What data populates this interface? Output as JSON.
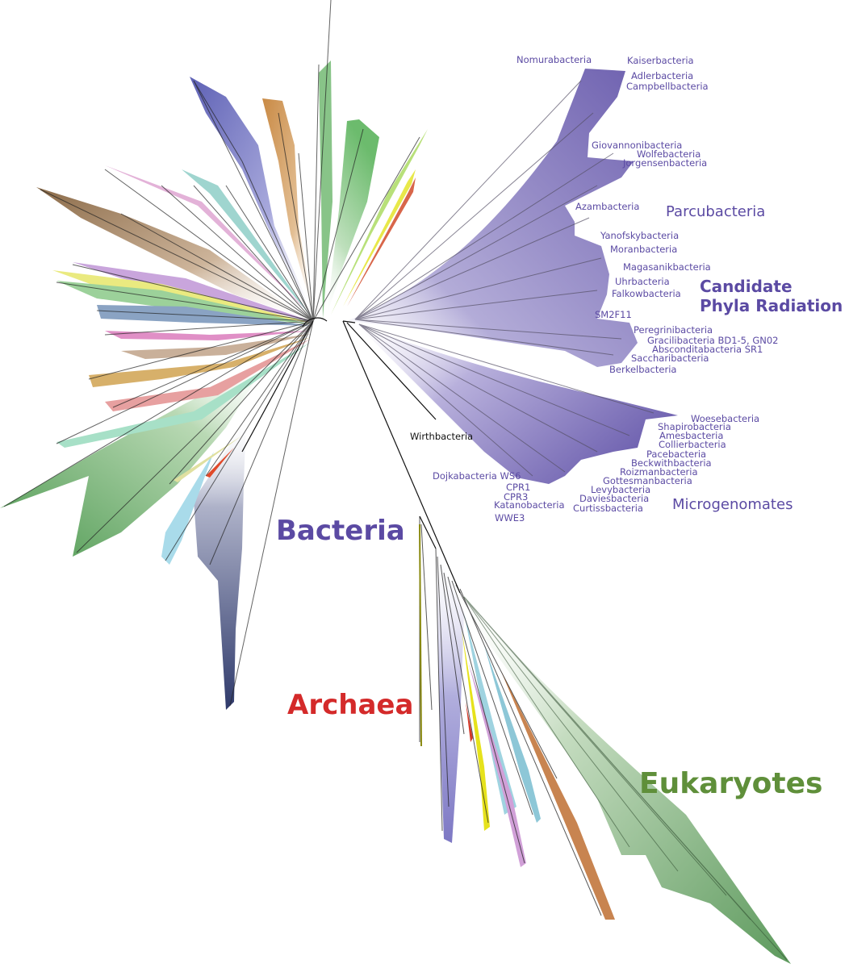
{
  "domains": {
    "bacteria": "Bacteria",
    "archaea": "Archaea",
    "eukaryotes": "Eukaryotes"
  },
  "cpr": {
    "line1": "Candidate",
    "line2": "Phyla Radiation"
  },
  "groups": {
    "parcubacteria": "Parcubacteria",
    "microgenomates": "Microgenomates"
  },
  "labels": {
    "nomurabacteria": "Nomurabacteria",
    "kaiserbacteria": "Kaiserbacteria",
    "adlerbacteria": "Adlerbacteria",
    "campbellbacteria": "Campbellbacteria",
    "giovannonibacteria": "Giovannonibacteria",
    "wolfebacteria": "Wolfebacteria",
    "jorgensenbacteria": "Jorgensenbacteria",
    "azambacteria": "Azambacteria",
    "yanofskybacteria": "Yanofskybacteria",
    "moranbacteria": "Moranbacteria",
    "magasanikbacteria": "Magasanikbacteria",
    "uhrbacteria": "Uhrbacteria",
    "falkowbacteria": "Falkowbacteria",
    "sm2f11": "SM2F11",
    "peregrinibacteria": "Peregrinibacteria",
    "gracilibacteria": "Gracilibacteria BD1-5, GN02",
    "absconditabacteria": "Absconditabacteria SR1",
    "saccharibacteria": "Saccharibacteria",
    "berkelbacteria": "Berkelbacteria",
    "woesebacteria": "Woesebacteria",
    "shapirobacteria": "Shapirobacteria",
    "amesbacteria": "Amesbacteria",
    "collierbacteria": "Collierbacteria",
    "pacebacteria": "Pacebacteria",
    "beckwithbacteria": "Beckwithbacteria",
    "roizmanbacteria": "Roizmanbacteria",
    "gottesmanbacteria": "Gottesmanbacteria",
    "levybacteria": "Levybacteria",
    "daviesbacteria": "Daviesbacteria",
    "curtissbacteria": "Curtissbacteria",
    "dojkabacteria": "Dojkabacteria WS6",
    "cpr1": "CPR1",
    "cpr3": "CPR3",
    "katanobacteria": "Katanobacteria",
    "wwe3": "WWE3",
    "wirthbacteria": "Wirthbacteria"
  },
  "colors": {
    "cpr_purple": "#5b4aa3",
    "bacteria_purple": "#5b4aa3",
    "archaea_red": "#d42a2a",
    "eukaryote_green": "#5f8f3a",
    "branch": "#222222"
  }
}
